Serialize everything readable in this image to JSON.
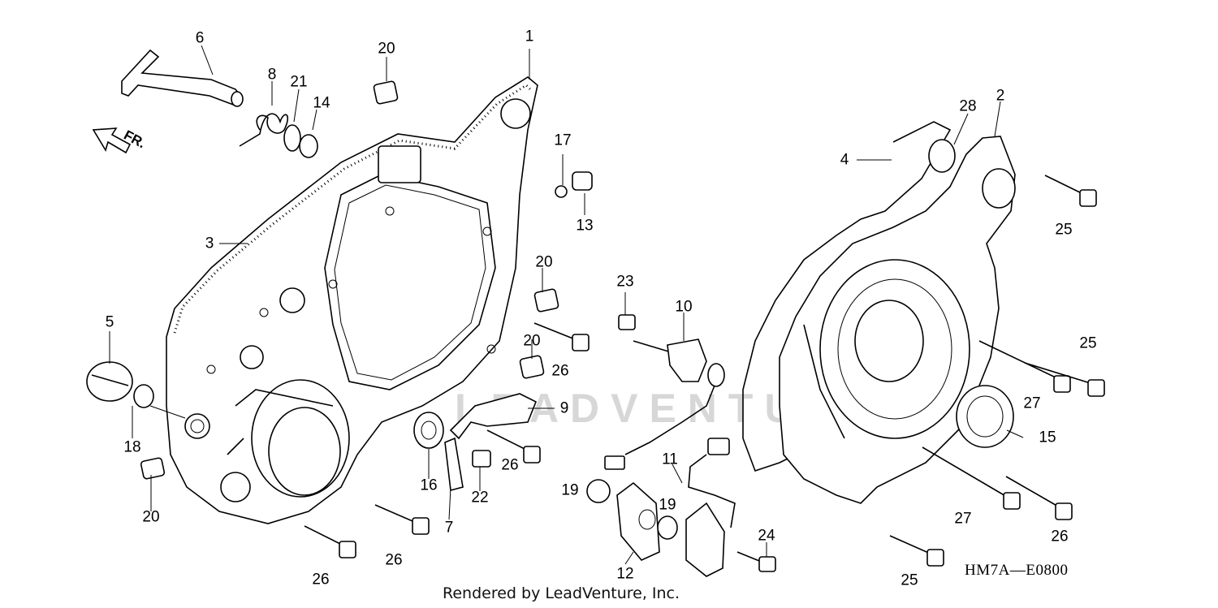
{
  "callouts": [
    "1",
    "2",
    "3",
    "4",
    "5",
    "6",
    "7",
    "8",
    "9",
    "10",
    "11",
    "12",
    "13",
    "14",
    "15",
    "16",
    "17",
    "18",
    "19",
    "20",
    "21",
    "22",
    "23",
    "24",
    "25",
    "26",
    "27",
    "28"
  ],
  "front_label": "FR.",
  "diagram_code": "HM7A—E0800",
  "credit": "Rendered by LeadVenture, Inc.",
  "watermark": "LEADVENTURE"
}
